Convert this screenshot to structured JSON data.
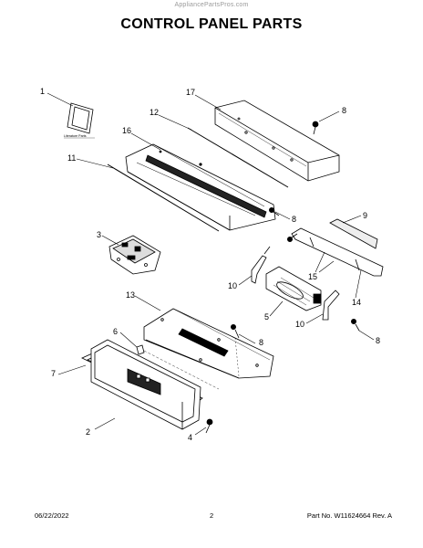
{
  "header": {
    "watermark": "AppliancePartsPros.com",
    "title": "CONTROL PANEL PARTS"
  },
  "diagram": {
    "literature_label": "Literature Parts",
    "callouts": [
      "1",
      "17",
      "8",
      "12",
      "16",
      "11",
      "8",
      "9",
      "3",
      "15",
      "10",
      "14",
      "13",
      "5",
      "10",
      "8",
      "6",
      "8",
      "7",
      "2",
      "4"
    ]
  },
  "footer": {
    "date": "06/22/2022",
    "page": "2",
    "part_number": "Part No. W11624664 Rev. A"
  }
}
